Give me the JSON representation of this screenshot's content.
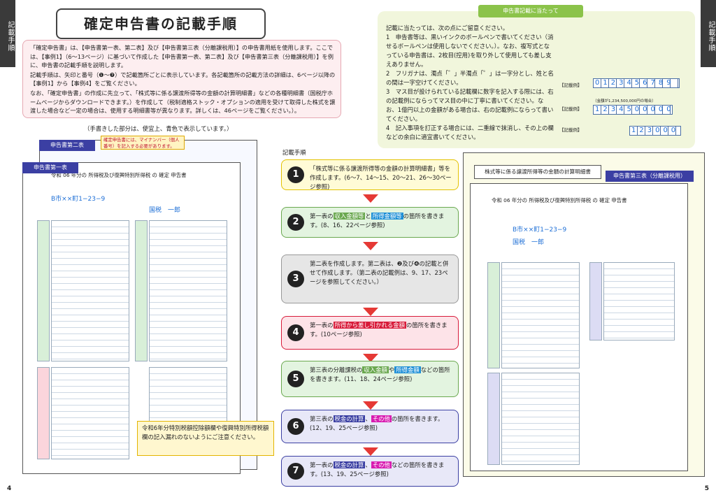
{
  "side_tab_left": "記載手順",
  "side_tab_right": "記載手順",
  "page_title": "確定申告書の記載手順",
  "intro": {
    "p1": "「確定申告書」は、【申告書第一表、第二表】及び【申告書第三表（分離課税用）】の申告書用紙を使用します。ここでは、【事例1】（6〜13ページ）に基づいて作成した【申告書第一表、第二表】及び【申告書第三表（分離課税用）】を例に、申告書の記載手順を説明します。",
    "p2": "記載手順は、矢印と番号（❶〜❼）で記載箇所ごとに表示しています。各記載箇所の記載方法の詳細は、6ページ以降の【事例1】から【事例4】をご覧ください。",
    "p3": "なお、「確定申告書」の作成に先立って、「株式等に係る譲渡所得等の金額の計算明細書」などの各種明細書（国税庁ホームページからダウンロードできます。）を作成して（税制適格ストック・オプションの適用を受けて取得した株式を譲渡した場合など一定の場合は、使用する明細書等が異なります。詳しくは、46ページをご覧ください。）。"
  },
  "notice": {
    "tab": "申告書記載に当たって",
    "lead": "記載に当たっては、次の点にご留意ください。",
    "item1": "1　申告書等は、黒いインクのボールペンで書いてください（消せるボールペンは使用しないでください。）。なお、複写式となっている申告書は、2枚目(控用)を取り外して使用しても差し支えありません。",
    "item2": "2　フリガナは、濁点「゛」半濁点「゜」は一字分とし、姓と名の間は一字空けてください。",
    "item3": "3　マス目が設けられている記載欄に数字を記入する際には、右の記載例にならってマス目の中に丁寧に書いてください。なお、1億円以上の金額がある場合は、右の記載例にならって書いてください。",
    "item4": "4　記入事項を訂正する場合には、二重線で抹消し、その上の欄などの余白に適宜書いてください。",
    "example_label": "【記載例】",
    "example1": "0123456789",
    "example2_caption": "（金額が1,234,500,000円の場合）",
    "example2": "1234500000",
    "example3": "123000"
  },
  "hand_note": "（手書きした部分は、使宜上、青色で表示しています。）",
  "mynumber_note": "確定申告書には、マイナンバー（個人番号）を記入する必要があります。",
  "form_labels": {
    "form2": "申告書第二表",
    "form1": "申告書第一表",
    "form3": "申告書第三表（分離課税用）",
    "calc_sheet": "株式等に係る譲渡所得等の金額の計算明細書",
    "form_title": "令和 06 年分の 所得税及び復興特別所得税 の 確定 申告書",
    "address": "B市××町1−23−9",
    "name": "国税　一郎"
  },
  "steps_header": "記載手順",
  "steps": [
    {
      "num": "1",
      "text": "「株式等に係る譲渡所得等の金額の計算明細書」等を作成します。(6〜7、14〜15、20〜21、26〜30ページ参照)"
    },
    {
      "num": "2",
      "text_a": "第一表の",
      "tag1": "収入金額等",
      "mid": "と",
      "tag2": "所得金額等",
      "text_b": "の箇所を書きます。(8、16、22ページ参照)"
    },
    {
      "num": "3",
      "text": "第二表を作成します。第二表は、❷及び❹の記載と併せて作成します。（第二表の記載例は、9、17、23ページを参照してください。）"
    },
    {
      "num": "4",
      "text_a": "第一表の",
      "tag1": "所得から差し引かれる金額",
      "text_b": "の箇所を書きます。(10ページ参照)"
    },
    {
      "num": "5",
      "text_a": "第三表の分離課税の",
      "tag1": "収入金額",
      "mid": "や",
      "tag2": "所得金額",
      "text_b": "などの箇所を書きます。(11、18、24ページ参照)"
    },
    {
      "num": "6",
      "text_a": "第三表の",
      "tag1": "税金の計算",
      "mid": "、",
      "tag2": "その他",
      "text_b": "の箇所を書きます。(12、19、25ページ参照)"
    },
    {
      "num": "7",
      "text_a": "第一表の",
      "tag1": "税金の計算",
      "mid": "、",
      "tag2": "その他",
      "text_b": "などの箇所を書きます。(13、19、25ページ参照)"
    }
  ],
  "callout": "令和6年分特別税額控除額欄や復興特別所得税額欄の記入漏れのないようにご注意ください。",
  "page_left": "4",
  "page_right": "5",
  "colors": {
    "red": "#d81b3a",
    "green": "#6aa84f",
    "navy": "#3b3fa3"
  }
}
